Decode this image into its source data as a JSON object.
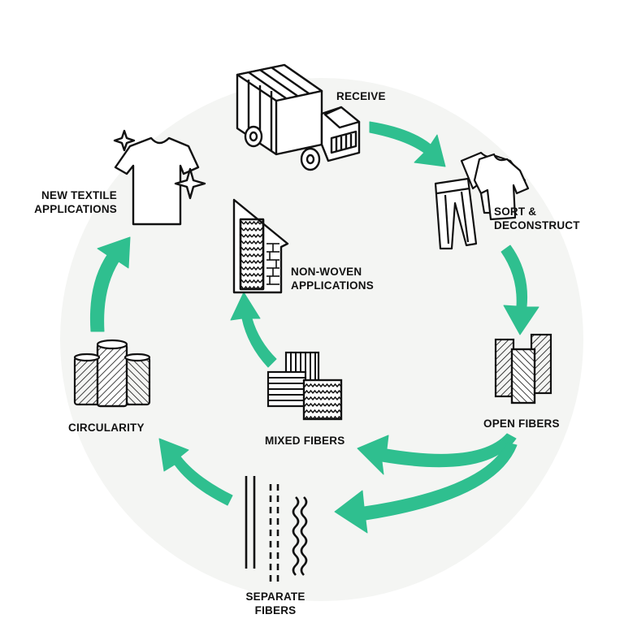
{
  "colors": {
    "background": "#ffffff",
    "circle": "#f4f5f3",
    "arrow": "#2fbf8f",
    "ink": "#111111"
  },
  "labels": {
    "receive": "RECEIVE",
    "sort_line1": "SORT &",
    "sort_line2": "DECONSTRUCT",
    "open_fibers": "OPEN FIBERS",
    "separate_line1": "SEPARATE",
    "separate_line2": "FIBERS",
    "mixed_fibers": "MIXED FIBERS",
    "non_woven_line1": "NON-WOVEN",
    "non_woven_line2": "APPLICATIONS",
    "circularity": "CIRCULARITY",
    "new_textile_line1": "NEW TEXTILE",
    "new_textile_line2": "APPLICATIONS"
  },
  "icons": [
    "truck-icon",
    "clothes-icon",
    "open-fibers-icon",
    "separate-fibers-icon",
    "mixed-fibers-icon",
    "non-woven-icon",
    "yarn-spools-icon",
    "tshirt-sparkle-icon"
  ]
}
